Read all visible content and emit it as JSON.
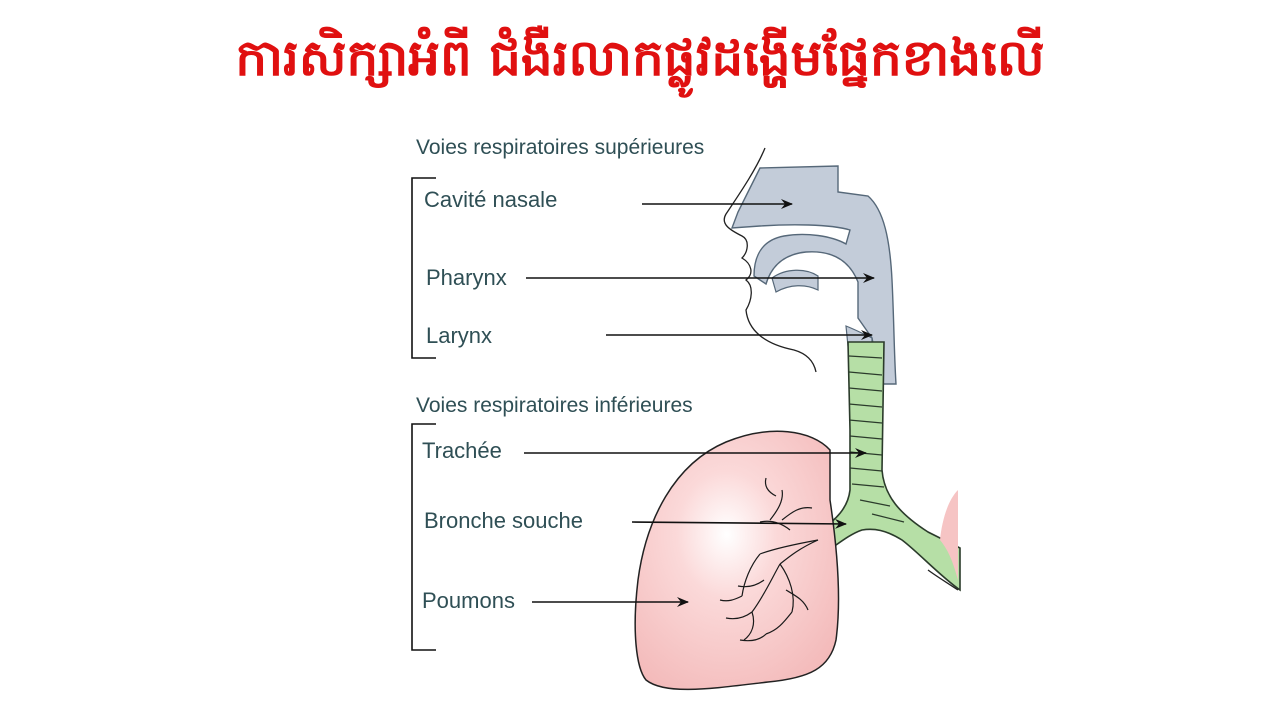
{
  "title": "ការសិក្សាអំពី ជំងឺរលាកផ្លូវដង្ហើមផ្នែកខាងលើ",
  "upper": {
    "heading": "Voies respiratoires supérieures",
    "items": [
      "Cavité nasale",
      "Pharynx",
      "Larynx"
    ]
  },
  "lower": {
    "heading": "Voies respiratoires inférieures",
    "items": [
      "Trachée",
      "Bronche souche",
      "Poumons"
    ]
  },
  "colors": {
    "title": "#e01010",
    "label": "#2f4f55",
    "upper_airway": "#c3ccd9",
    "trachea": "#b6dfa6",
    "lung": "#f6c4c4"
  }
}
